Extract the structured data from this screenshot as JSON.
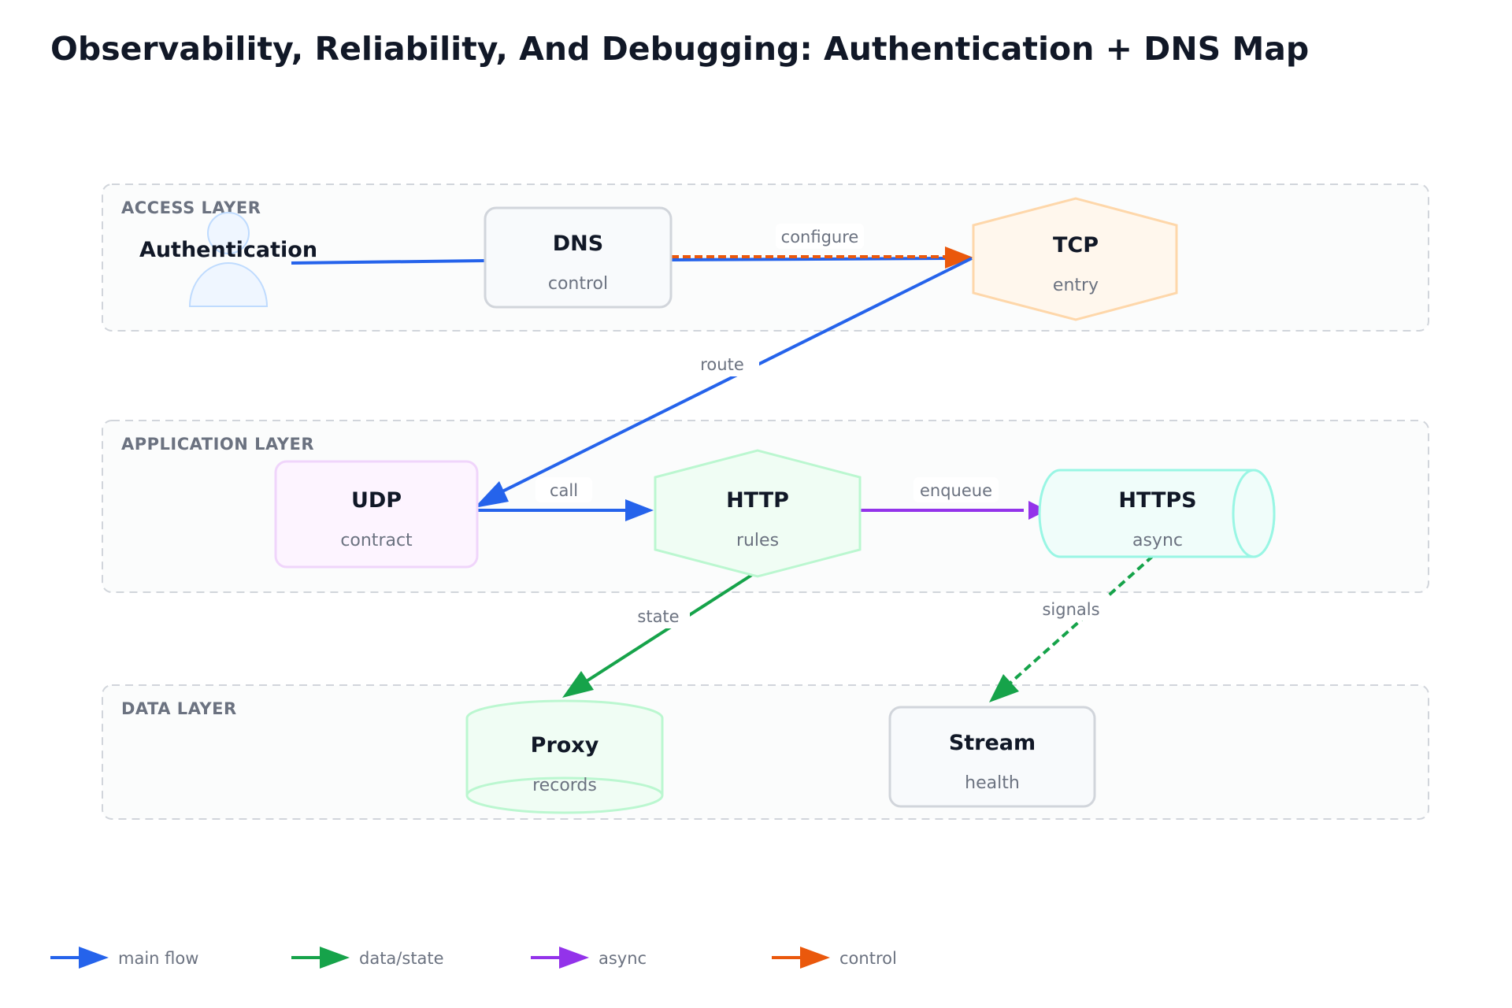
{
  "title": "Observability, Reliability, And Debugging: Authentication + DNS Map",
  "colors": {
    "main_flow": "#2563eb",
    "data_state": "#16a34a",
    "async": "#9333ea",
    "control": "#ea580c"
  },
  "lanes": [
    {
      "id": "access",
      "label": "ACCESS LAYER"
    },
    {
      "id": "application",
      "label": "APPLICATION LAYER"
    },
    {
      "id": "data",
      "label": "DATA LAYER"
    }
  ],
  "nodes": [
    {
      "id": "auth",
      "title": "Authentication",
      "subtitle": "",
      "shape": "actor"
    },
    {
      "id": "dns",
      "title": "DNS",
      "subtitle": "control",
      "shape": "rounded-rect"
    },
    {
      "id": "tcp",
      "title": "TCP",
      "subtitle": "entry",
      "shape": "hexagon"
    },
    {
      "id": "udp",
      "title": "UDP",
      "subtitle": "contract",
      "shape": "rounded-rect"
    },
    {
      "id": "http",
      "title": "HTTP",
      "subtitle": "rules",
      "shape": "hexagon"
    },
    {
      "id": "https",
      "title": "HTTPS",
      "subtitle": "async",
      "shape": "horizontal-cylinder"
    },
    {
      "id": "proxy",
      "title": "Proxy",
      "subtitle": "records",
      "shape": "cylinder"
    },
    {
      "id": "stream",
      "title": "Stream",
      "subtitle": "health",
      "shape": "rounded-rect"
    }
  ],
  "edges": [
    {
      "from": "auth",
      "to": "dns",
      "label": "",
      "kind": "main_flow",
      "style": "solid"
    },
    {
      "from": "dns",
      "to": "tcp",
      "label": "",
      "kind": "main_flow",
      "style": "solid"
    },
    {
      "from": "dns",
      "to": "tcp",
      "label": "configure",
      "kind": "control",
      "style": "dashed"
    },
    {
      "from": "tcp",
      "to": "udp",
      "label": "route",
      "kind": "main_flow",
      "style": "solid"
    },
    {
      "from": "udp",
      "to": "http",
      "label": "call",
      "kind": "main_flow",
      "style": "solid"
    },
    {
      "from": "http",
      "to": "https",
      "label": "enqueue",
      "kind": "async",
      "style": "solid"
    },
    {
      "from": "http",
      "to": "proxy",
      "label": "state",
      "kind": "data_state",
      "style": "solid"
    },
    {
      "from": "https",
      "to": "stream",
      "label": "signals",
      "kind": "data_state",
      "style": "dashed"
    }
  ],
  "legend": [
    {
      "label": "main flow",
      "kind": "main_flow"
    },
    {
      "label": "data/state",
      "kind": "data_state"
    },
    {
      "label": "async",
      "kind": "async"
    },
    {
      "label": "control",
      "kind": "control"
    }
  ]
}
